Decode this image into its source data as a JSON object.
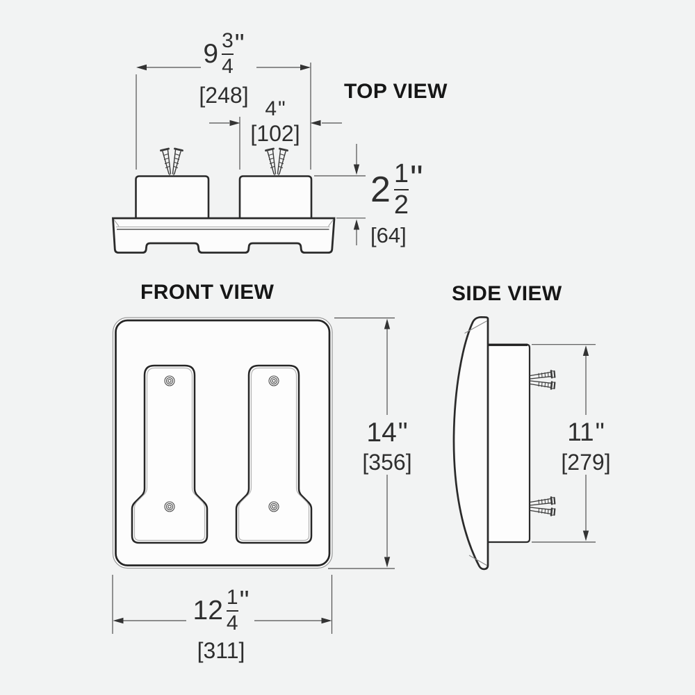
{
  "drawing": {
    "type": "technical-drawing",
    "views": [
      "TOP VIEW",
      "FRONT VIEW",
      "SIDE VIEW"
    ]
  },
  "titles": {
    "top": "TOP VIEW",
    "front": "FRONT VIEW",
    "side": "SIDE VIEW"
  },
  "dims": {
    "top_width": {
      "whole": "9",
      "num": "3",
      "den": "4",
      "unit": "\"",
      "mm": "[248]"
    },
    "screw_spacing": {
      "whole": "4",
      "unit": "\"",
      "mm": "[102]"
    },
    "depth": {
      "whole": "2",
      "num": "1",
      "den": "2",
      "unit": "\"",
      "mm": "[64]"
    },
    "front_height": {
      "whole": "14",
      "unit": "\"",
      "mm": "[356]"
    },
    "front_width": {
      "whole": "12",
      "num": "1",
      "den": "4",
      "unit": "\"",
      "mm": "[311]"
    },
    "side_height": {
      "whole": "11",
      "unit": "\"",
      "mm": "[279]"
    }
  },
  "colors": {
    "background": "#f2f3f3",
    "outline": "#2a2a2a",
    "secondary_line": "#9b9b9b",
    "dimension_line": "#4f4f4f",
    "text": "#2e2e2e",
    "shape_fill": "#fcfcfc"
  }
}
